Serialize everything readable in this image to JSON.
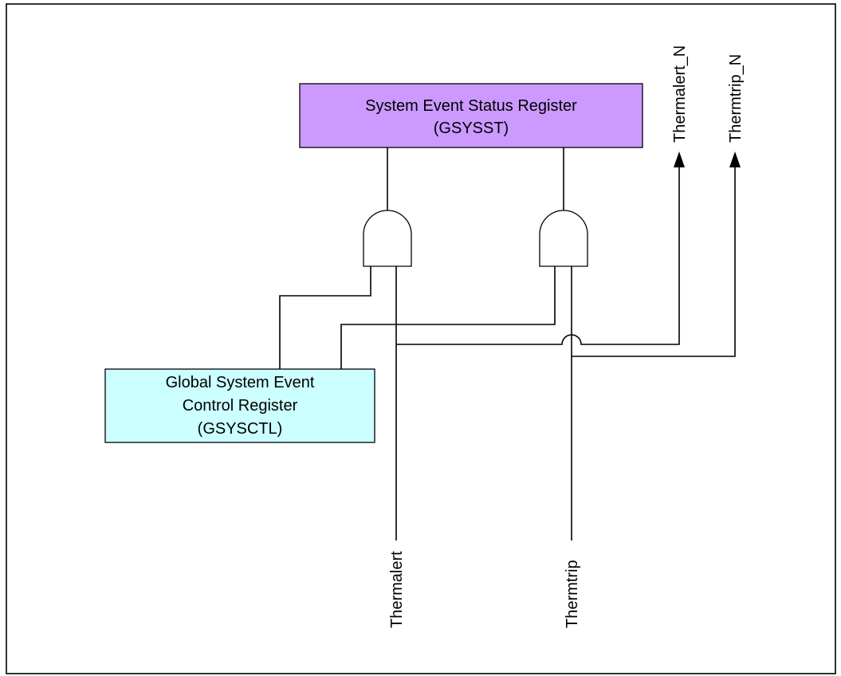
{
  "diagram": {
    "status_register": {
      "line1": "System Event Status Register",
      "line2": "(GSYSST)",
      "fill": "#cc99ff"
    },
    "control_register": {
      "line1": "Global System Event",
      "line2": "Control Register",
      "line3": "(GSYSCTL)",
      "fill": "#ccffff"
    },
    "inputs": {
      "thermalert": "Thermalert",
      "thermtrip": "Thermtrip"
    },
    "outputs": {
      "thermalert_n": "Thermalert_N",
      "thermtrip_n": "Thermtrip_N"
    },
    "gates": [
      "AND",
      "AND"
    ]
  }
}
